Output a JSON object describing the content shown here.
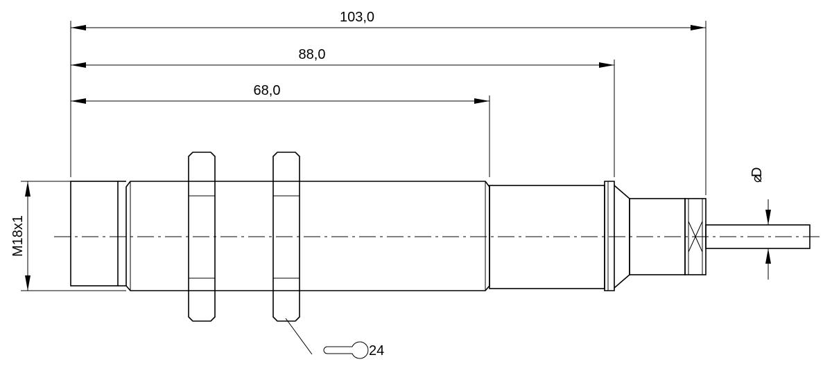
{
  "dimensions": {
    "overall_length": "103,0",
    "body_length": "88,0",
    "thread_length": "68,0",
    "thread_size": "M18x1",
    "cable_diameter": "D",
    "diameter_symbol": "⌀",
    "wrench_size": "24"
  }
}
